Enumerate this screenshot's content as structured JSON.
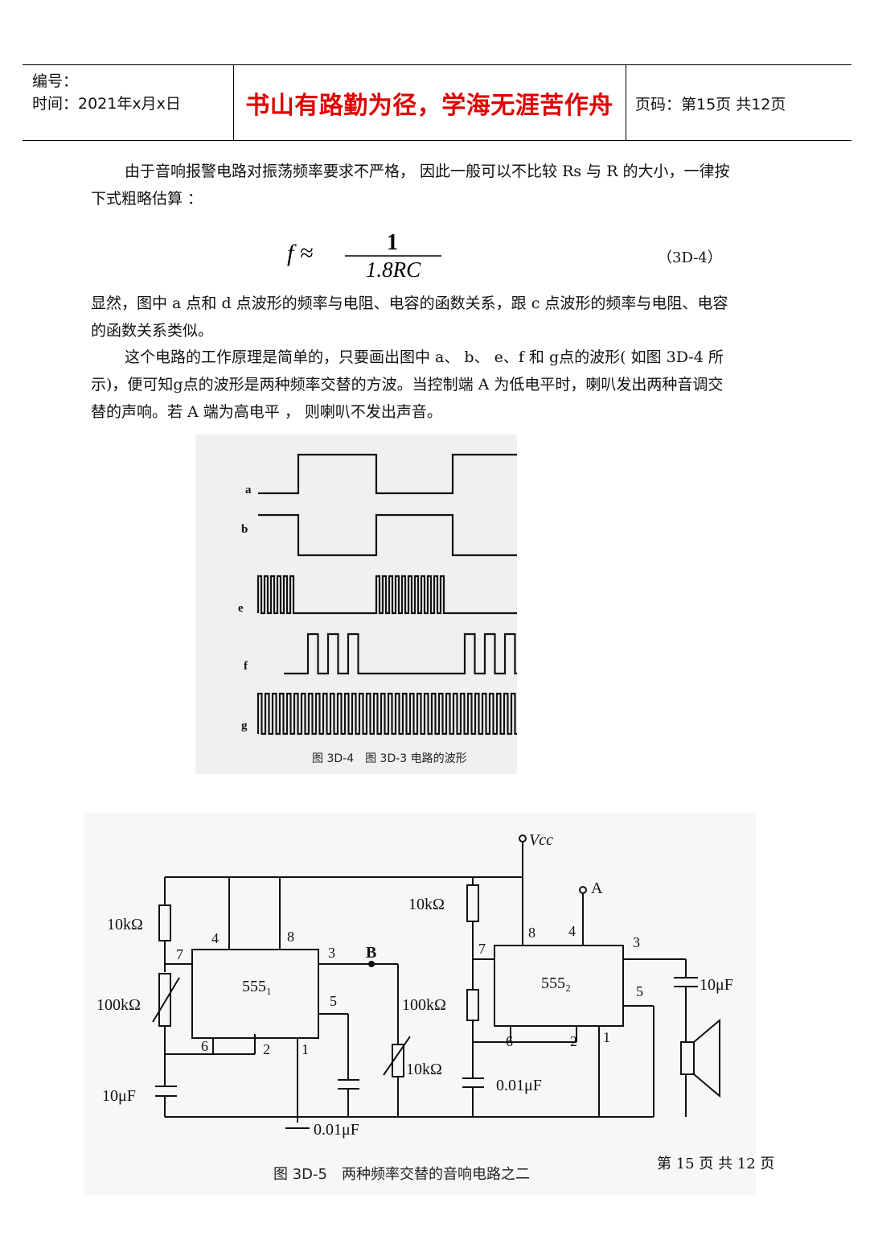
{
  "header": {
    "serial_label": "编号：",
    "time_label": "时间：2021年x月x日",
    "motto": "书山有路勤为径，学海无涯苦作舟",
    "page_info": "页码：第15页 共12页"
  },
  "body": {
    "para1_line1": "由于音响报警电路对振荡频率要求不严格， 因此一般可以不比较 Rs 与 R 的大小，一律按",
    "para1_line2": "下式粗略估算 ：",
    "formula_lhs": "f ≈",
    "formula_num": "1",
    "formula_den": "1.8RC",
    "equation_number": "（3D-4）",
    "para2_line1": "显然，图中 a 点和 d 点波形的频率与电阻、电容的函数关系，跟 c 点波形的频率与电阻、电容",
    "para2_line2": "的函数关系类似。",
    "para3_line1": "这个电路的工作原理是简单的，只要画出图中 a、 b、 e、f 和 g点的波形( 如图 3D-4 所",
    "para3_line2": "示)，便可知g点的波形是两种频率交替的方波。当控制端 A 为低电平时，喇叭发出两种音调交",
    "para3_line3": "替的声响。若 A 端为高电平 ， 则喇叭不发出声音。"
  },
  "figure1": {
    "labels": [
      "a",
      "b",
      "e",
      "f",
      "g"
    ],
    "caption": "图 3D-4　图 3D-3 电路的波形"
  },
  "figure2": {
    "vcc": "Vcc",
    "a_label": "A",
    "b_label": "B",
    "chip1": "555₁",
    "chip2": "555₂",
    "r1": "10kΩ",
    "r2": "100kΩ",
    "c1": "10μF",
    "c2": "0.01μF",
    "r3": "10kΩ",
    "r4": "10kΩ",
    "r5": "100kΩ",
    "c3": "0.01μF",
    "c4": "10μF",
    "pins1": [
      "4",
      "8",
      "7",
      "3",
      "5",
      "6",
      "2",
      "1"
    ],
    "pins2": [
      "8",
      "4",
      "7",
      "3",
      "5",
      "6",
      "2",
      "1"
    ],
    "caption": "图 3D-5　两种频率交替的音响电路之二"
  },
  "footer": {
    "page": "第 15 页 共 12 页"
  }
}
